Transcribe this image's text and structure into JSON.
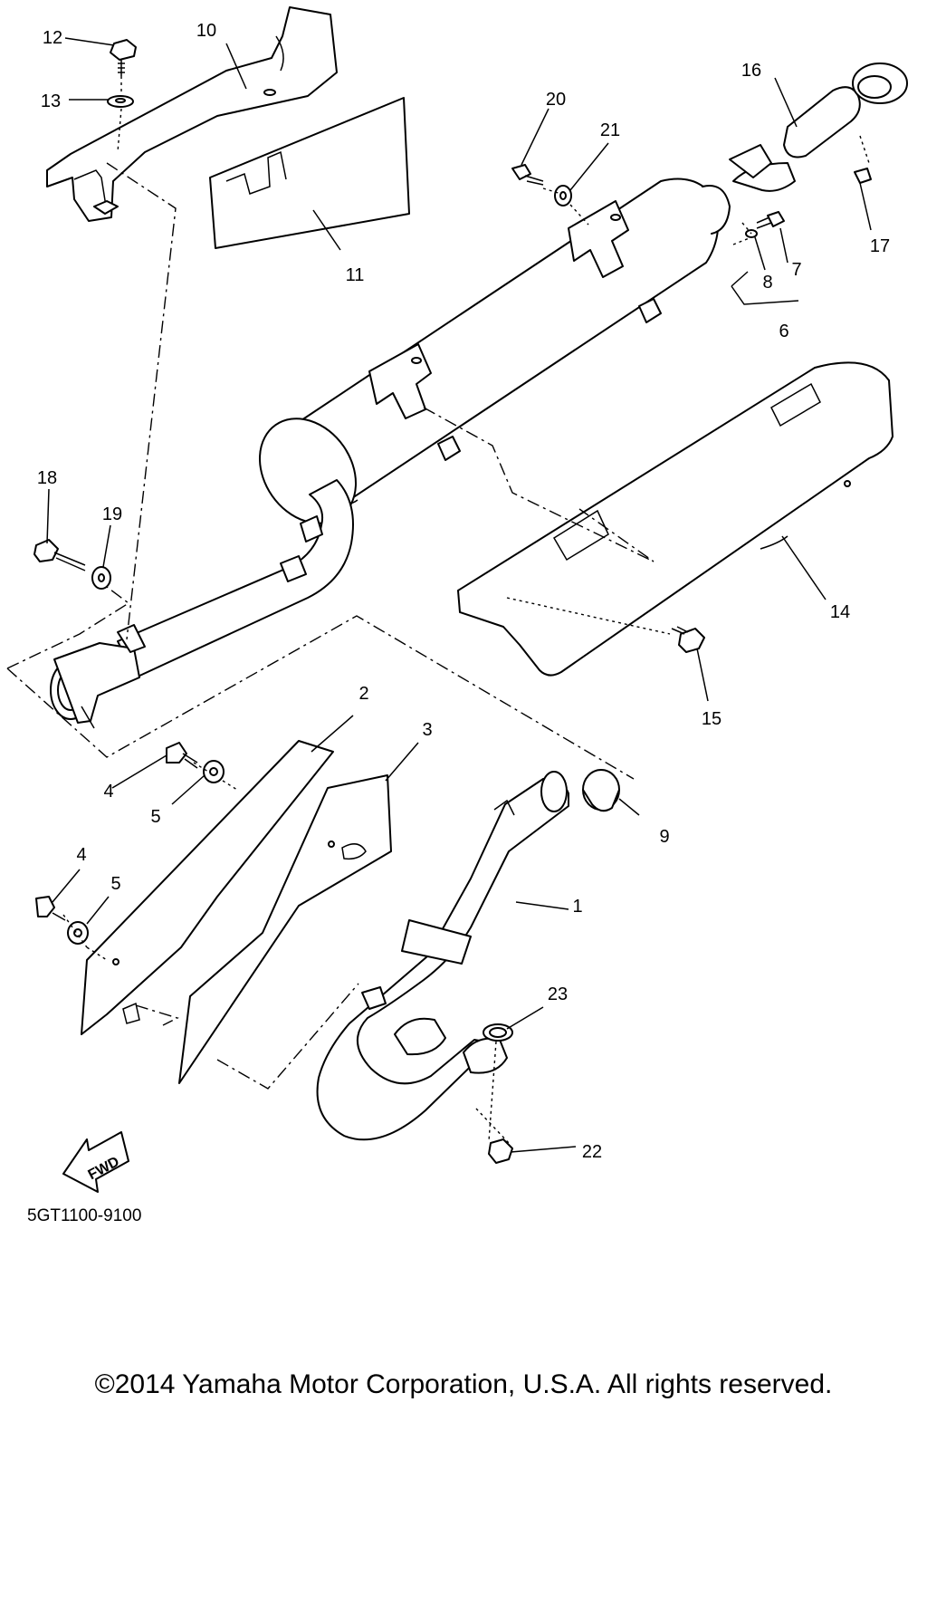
{
  "diagram": {
    "drawing_code": "5GT1100-9100",
    "fwd_label": "FWD",
    "callouts": [
      {
        "id": "c1",
        "label": "1"
      },
      {
        "id": "c2",
        "label": "2"
      },
      {
        "id": "c3",
        "label": "3"
      },
      {
        "id": "c4a",
        "label": "4"
      },
      {
        "id": "c4b",
        "label": "4"
      },
      {
        "id": "c5a",
        "label": "5"
      },
      {
        "id": "c5b",
        "label": "5"
      },
      {
        "id": "c6",
        "label": "6"
      },
      {
        "id": "c7",
        "label": "7"
      },
      {
        "id": "c8",
        "label": "8"
      },
      {
        "id": "c9",
        "label": "9"
      },
      {
        "id": "c10",
        "label": "10"
      },
      {
        "id": "c11",
        "label": "11"
      },
      {
        "id": "c12",
        "label": "12"
      },
      {
        "id": "c13",
        "label": "13"
      },
      {
        "id": "c14",
        "label": "14"
      },
      {
        "id": "c15",
        "label": "15"
      },
      {
        "id": "c16",
        "label": "16"
      },
      {
        "id": "c17",
        "label": "17"
      },
      {
        "id": "c18",
        "label": "18"
      },
      {
        "id": "c19",
        "label": "19"
      },
      {
        "id": "c20",
        "label": "20"
      },
      {
        "id": "c21",
        "label": "21"
      },
      {
        "id": "c22",
        "label": "22"
      },
      {
        "id": "c23",
        "label": "23"
      }
    ]
  },
  "footer": {
    "copyright": "©2014 Yamaha Motor Corporation, U.S.A. All rights reserved."
  }
}
